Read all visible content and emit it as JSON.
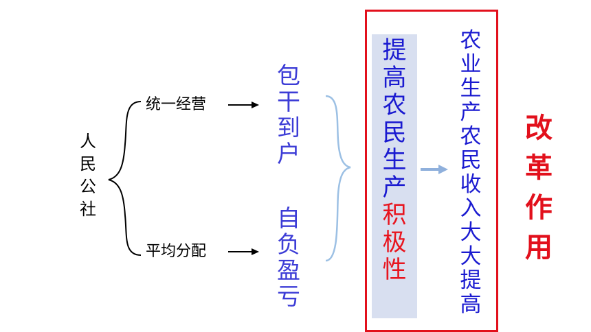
{
  "commune": {
    "chars": [
      "人",
      "民",
      "公",
      "社"
    ]
  },
  "rows": [
    {
      "label": "统一经营",
      "measure_chars": [
        "包",
        "干",
        "到",
        "户"
      ]
    },
    {
      "label": "平均分配",
      "measure_chars": [
        "自",
        "负",
        "盈",
        "亏"
      ]
    }
  ],
  "effect": {
    "main_chars": [
      "提",
      "高",
      "农",
      "民",
      "生",
      "产"
    ],
    "emphasis_chars": [
      "积",
      "极",
      "性"
    ]
  },
  "result": {
    "chars": [
      "农",
      "业",
      "生",
      "产",
      "农",
      "民",
      "收",
      "入",
      "大",
      "大",
      "提",
      "高"
    ]
  },
  "reform": {
    "chars": [
      "改",
      "革",
      "作",
      "用"
    ]
  },
  "colors": {
    "measure": "#3c3cd6",
    "effect": "#1a1ad0",
    "emphasis": "#e8141e",
    "frame": "#e2101c",
    "panel": "#d8dff0",
    "arrow": "#8fb0dc",
    "bracket": "#9cc0e4"
  }
}
